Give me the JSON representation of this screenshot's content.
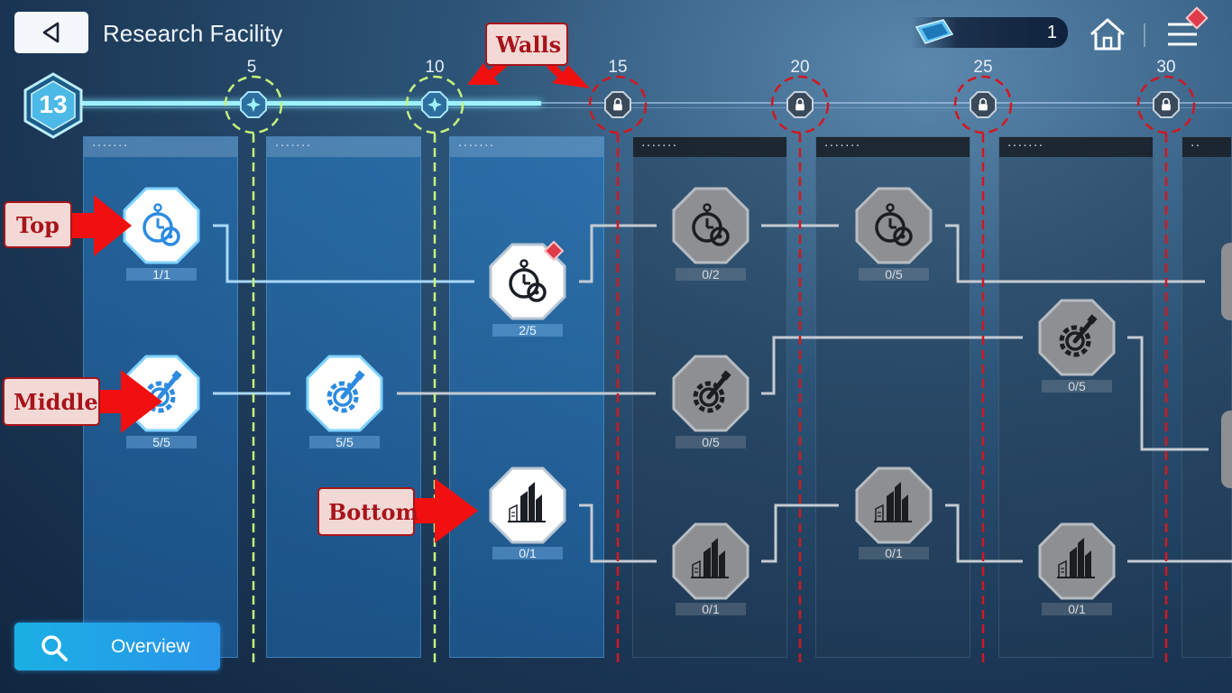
{
  "header": {
    "title": "Research Facility",
    "currency_value": "1"
  },
  "timeline": {
    "level": "13",
    "ticks": [
      "5",
      "10",
      "15",
      "20",
      "25",
      "30"
    ]
  },
  "nodes": {
    "top_col1": "1/1",
    "top_col3": "2/5",
    "top_col4": "0/2",
    "top_col5": "0/5",
    "mid_col1": "5/5",
    "mid_col2": "5/5",
    "mid_col4": "0/5",
    "mid_col6": "0/5",
    "bot_col3": "0/1",
    "bot_col4": "0/1",
    "bot_col5": "0/1",
    "bot_col6": "0/1"
  },
  "annotations": {
    "walls": "Walls",
    "top": "Top",
    "middle": "Middle",
    "bottom": "Bottom"
  },
  "overview": {
    "label": "Overview"
  },
  "icons": {
    "back": "back-arrow-icon",
    "home": "home-icon",
    "menu": "menu-icon",
    "stopwatch": "stopwatch-icon",
    "gear": "gear-wrench-icon",
    "building": "building-icon",
    "lock": "lock-icon"
  },
  "colors": {
    "active": "#9ef2ff",
    "locked_node": "#8d8f92",
    "unlocked_node": "#ffffff",
    "annotation": "#a8141a",
    "dash_green": "#c6f27a",
    "dash_red": "#d01820"
  }
}
